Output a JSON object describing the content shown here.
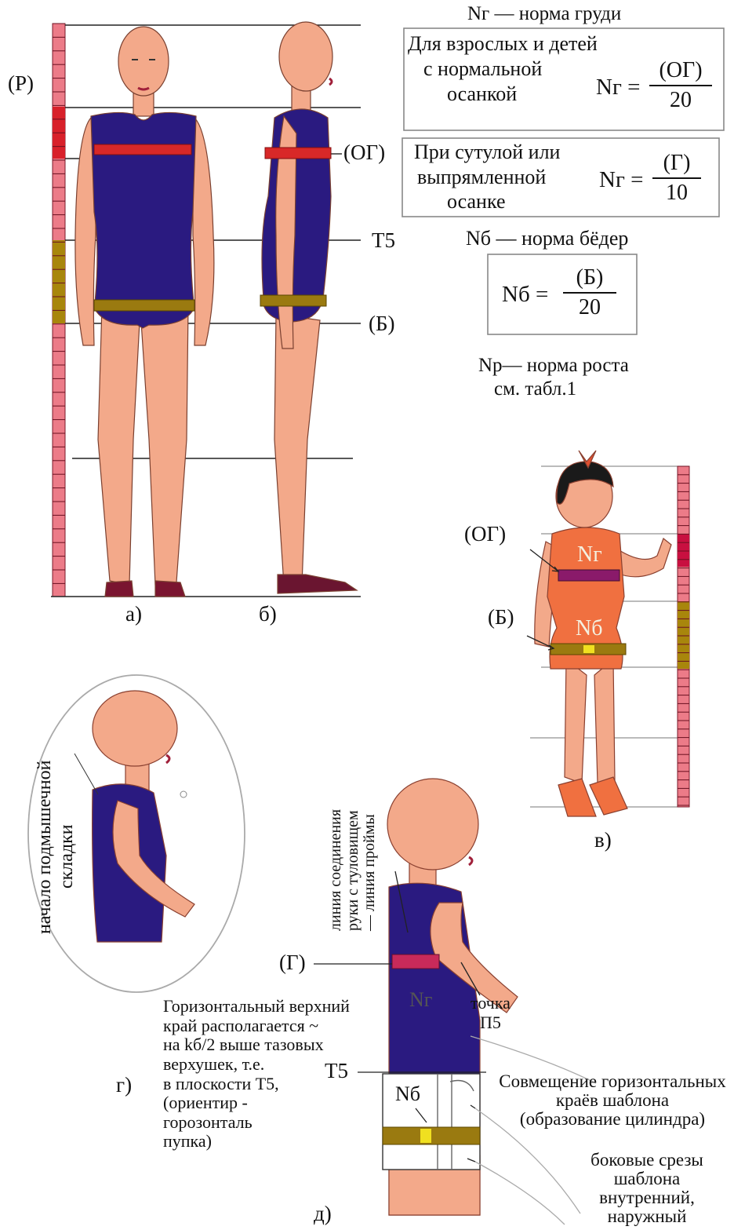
{
  "formulas": {
    "chest_title": "Nг —   норма груди",
    "normal_text_lines": [
      "Для взрослых и детей",
      "с нормальной",
      "осанкой"
    ],
    "normal_lhs": "Nг =",
    "normal_num": "(ОГ)",
    "normal_den": "20",
    "stoop_text_lines": [
      "При сутулой или",
      "выпрямленной",
      "осанке"
    ],
    "stoop_lhs": "Nг =",
    "stoop_num": "(Г)",
    "stoop_den": "10",
    "hip_title": "Nб — норма бёдер",
    "hip_lhs": "Nб =",
    "hip_num": "(Б)",
    "hip_den": "20",
    "height_line1": "Nр— норма роста",
    "height_line2": "см. табл.1"
  },
  "figure_a_b": {
    "label_p": "(Р)",
    "label_og": "(ОГ)",
    "label_t5": "Т5",
    "label_b": "(Б)",
    "caption_a": "а)",
    "caption_b": "б)"
  },
  "figure_v": {
    "label_og": "(ОГ)",
    "label_b": "(Б)",
    "label_ng": "Nг",
    "label_nb": "Nб",
    "caption": "в)"
  },
  "figure_g": {
    "vertical_lines": [
      "начало подмышечной",
      "складки"
    ],
    "caption": "г)",
    "note_lines": [
      "Горизонтальный верхний",
      "край располагается ~",
      "на kб/2 выше тазовых",
      "верхушек, т.е.",
      "в плоскости Т5,",
      "(ориентир -",
      "горозонталь",
      "пупка)"
    ]
  },
  "figure_d": {
    "vertical_lines": [
      "линия соединения",
      "руки с туловищем",
      "— линия проймы"
    ],
    "label_g": "(Г)",
    "label_ng": "Nг",
    "point_lines": [
      "точка",
      "П5"
    ],
    "label_t5": "Т5",
    "label_nb": "Nб",
    "combine_lines": [
      "Совмещение горизонтальных",
      "краёв шаблона",
      "(образование цилиндра)"
    ],
    "side_lines": [
      "боковые срезы",
      "шаблона",
      "внутренний,",
      "наружный"
    ],
    "caption": "д)"
  },
  "colors": {
    "dress": "#2a1a80",
    "skin": "#f3a98a",
    "chest_band": "#d42828",
    "hip_band": "#9a7a10",
    "ruler_pink": "#e8707e",
    "kid_dress": "#f07040"
  }
}
